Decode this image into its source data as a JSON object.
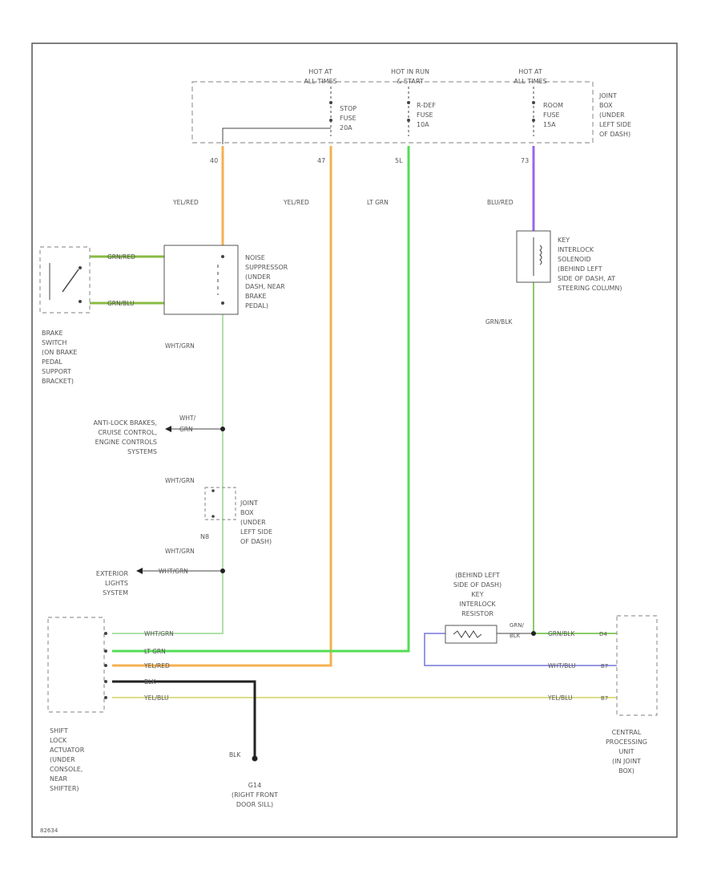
{
  "colors": {
    "frame": "#555555",
    "dash": "#999999",
    "wire_orange": "#f5b050",
    "wire_green": "#55dd55",
    "wire_light_green": "#a8e0a0",
    "wire_violet": "#9966ee",
    "wire_blue": "#7777dd",
    "wire_black": "#222222",
    "wire_yellow": "#dddd88",
    "wire_olive": "#88bb44"
  },
  "fuses": [
    {
      "hot": "HOT AT",
      "hot2": "ALL TIMES",
      "label1": "STOP",
      "label2": "FUSE",
      "label3": "20A"
    },
    {
      "hot": "HOT IN RUN",
      "hot2": "& START",
      "label1": "R-DEF",
      "label2": "FUSE",
      "label3": "10A"
    },
    {
      "hot": "HOT AT",
      "hot2": "ALL TIMES",
      "label1": "ROOM",
      "label2": "FUSE",
      "label3": "15A"
    }
  ],
  "joint_box_top": [
    "JOINT",
    "BOX",
    "(UNDER",
    "LEFT SIDE",
    "OF DASH)"
  ],
  "circuits": {
    "c40": "40",
    "c47": "47",
    "c5l": "5L",
    "c73": "73"
  },
  "wires": {
    "yel_red_1": "YEL/RED",
    "yel_red_2": "YEL/RED",
    "lt_grn": "LT GRN",
    "blu_red": "BLU/RED",
    "grn_blk": "GRN/BLK",
    "wht_grn": "WHT/GRN",
    "wht_grn_2": "WHT/GRN",
    "wht_grn_3": "WHT/GRN",
    "grn_red": "GRN/RED",
    "grn_blu": "GRN/BLU",
    "wht_grn_h": "WHT/",
    "wht_grn_h2": "GRN",
    "wht_grn_ext": "WHT/GRN"
  },
  "brake_switch": [
    "BRAKE",
    "SWITCH",
    "(ON BRAKE",
    "PEDAL",
    "SUPPORT",
    "BRACKET)"
  ],
  "noise_suppressor": [
    "NOISE",
    "SUPPRESSOR",
    "(UNDER",
    "DASH, NEAR",
    "BRAKE",
    "PEDAL)"
  ],
  "key_solenoid": [
    "KEY",
    "INTERLOCK",
    "SOLENOID",
    "(BEHIND LEFT",
    "SIDE OF DASH, AT",
    "STEERING COLUMN)"
  ],
  "antilock": [
    "ANTI-LOCK BRAKES,",
    "CRUISE CONTROL,",
    "ENGINE CONTROLS",
    "SYSTEMS"
  ],
  "joint_box_mid": [
    "JOINT",
    "BOX",
    "(UNDER",
    "LEFT SIDE",
    "OF DASH)"
  ],
  "splice_mid": "N8",
  "exterior": [
    "EXTERIOR",
    "LIGHTS",
    "SYSTEM"
  ],
  "key_resistor": [
    "(BEHIND LEFT",
    "SIDE OF DASH)",
    "KEY",
    "INTERLOCK",
    "RESISTOR"
  ],
  "shift_lock": [
    "SHIFT",
    "LOCK",
    "ACTUATOR",
    "(UNDER",
    "CONSOLE,",
    "NEAR",
    "SHIFTER)"
  ],
  "shift_wires": [
    "WHT/GRN",
    "LT GRN",
    "YEL/RED",
    "BLK",
    "YEL/BLU"
  ],
  "cpu_wires": [
    "GRN/BLK",
    "WHT/BLU",
    "YEL/BLU"
  ],
  "cpu_pins": [
    "D4",
    "B7",
    "B7"
  ],
  "resistor_wire": [
    "GRN/",
    "BLK"
  ],
  "cpu": [
    "CENTRAL",
    "PROCESSING",
    "UNIT",
    "(IN JOINT",
    "BOX)"
  ],
  "ground_wire": "BLK",
  "ground": [
    "G14",
    "(RIGHT FRONT",
    "DOOR SILL)"
  ],
  "fig_id": "82634"
}
